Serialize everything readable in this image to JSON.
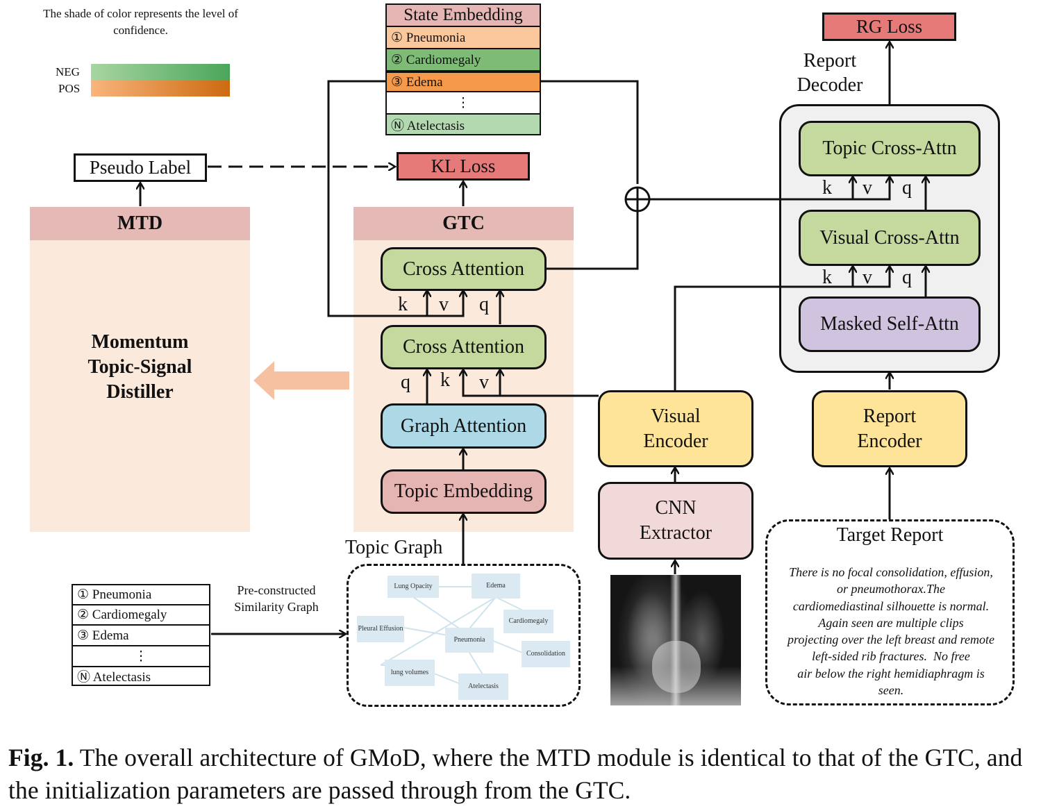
{
  "legend": {
    "note": "The shade of color represents the level of confidence.",
    "neg_label": "NEG",
    "pos_label": "POS",
    "colors": {
      "neg_start": "#a8d5a2",
      "neg_end": "#4aa65a",
      "pos_start": "#f8b57c",
      "pos_end": "#cc6a10"
    }
  },
  "state_embedding": {
    "title": "State Embedding",
    "rows": [
      {
        "label": "① Pneumonia",
        "color": "#fbc79d"
      },
      {
        "label": "② Cardiomegaly",
        "color": "#7dbb76"
      },
      {
        "label": "③ Edema",
        "color": "#f49a4a"
      },
      {
        "label": "⋮",
        "color": "#ffffff"
      },
      {
        "label": "Ⓝ Atelectasis",
        "color": "#b3d9b0"
      }
    ]
  },
  "pseudo_label": "Pseudo Label",
  "kl_loss": "KL Loss",
  "rg_loss": "RG Loss",
  "mtd": {
    "header": "MTD",
    "body": "Momentum Topic-Signal Distiller"
  },
  "gtc": {
    "header": "GTC",
    "cross_attention_top": "Cross Attention",
    "cross_attention_bottom": "Cross Attention",
    "graph_attention": "Graph Attention",
    "topic_embedding": "Topic Embedding",
    "top_kvq": [
      "k",
      "v",
      "q"
    ],
    "bottom_qkv": [
      "q",
      "k",
      "v"
    ]
  },
  "report_decoder": {
    "title": "Report Decoder",
    "topic_cross_attn": "Topic Cross-Attn",
    "visual_cross_attn": "Visual Cross-Attn",
    "masked_self_attn": "Masked Self-Attn",
    "upper_kvq": [
      "k",
      "v",
      "q"
    ],
    "lower_kvq": [
      "k",
      "v",
      "q"
    ]
  },
  "visual_encoder": "Visual Encoder",
  "report_encoder": "Report Encoder",
  "cnn_extractor": "CNN Extractor",
  "topic_graph": {
    "title": "Topic Graph",
    "nodes": [
      "Lung Opacity",
      "Edema",
      "Cardiomegaly",
      "Pleural Effusion",
      "Pneumonia",
      "Consolidation",
      "lung volumes",
      "Atelectasis"
    ]
  },
  "topic_list": {
    "rows": [
      "① Pneumonia",
      "② Cardiomegaly",
      "③ Edema",
      "⋮",
      "Ⓝ Atelectasis"
    ],
    "arrow_label": "Pre-constructed Similarity Graph"
  },
  "target_report": {
    "title": "Target Report",
    "lines": [
      "There is no focal consolidation, effusion,",
      "or pneumothorax.The",
      "cardiomediastinal silhouette is normal.",
      "Again seen are multiple clips",
      "projecting over the left breast and remote",
      "left-sided rib fractures.  No free",
      "air below the right hemidiaphragm is",
      "seen."
    ]
  },
  "caption": {
    "label": "Fig. 1.",
    "text": "The overall architecture of GMoD, where the MTD module is identical to that of the GTC, and the initialization parameters are passed through from the GTC."
  }
}
